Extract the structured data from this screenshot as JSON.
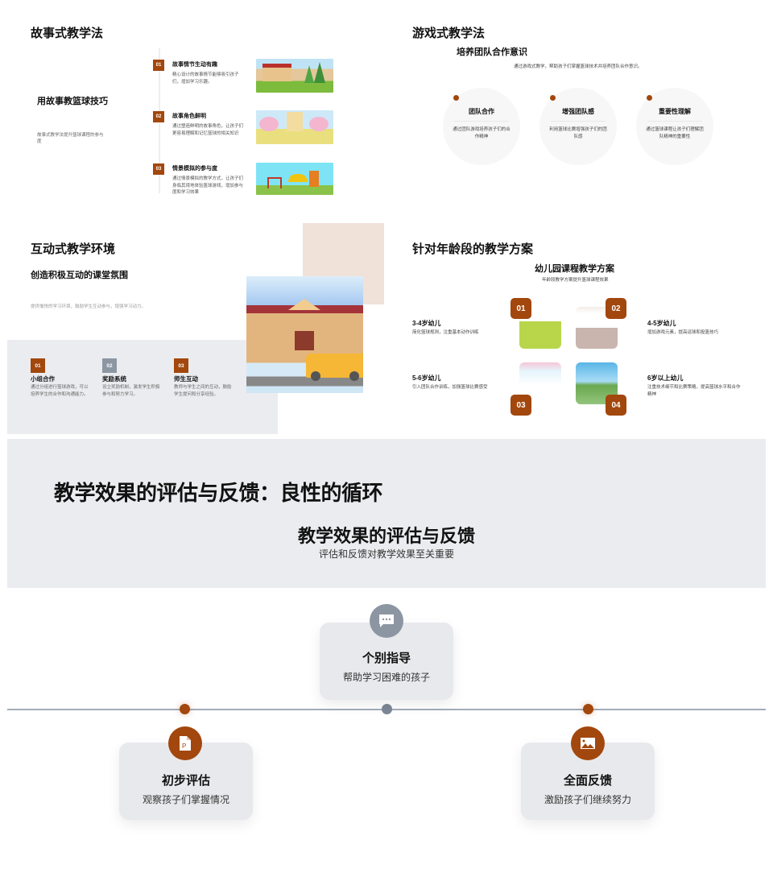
{
  "colors": {
    "accent": "#a2470d",
    "grey_accent": "#8c96a3",
    "panel_bg": "#ebecef",
    "beige": "#f0e2d9"
  },
  "slide1": {
    "title": "故事式教学法",
    "subtitle": "用故事教篮球技巧",
    "description": "故事式教学法提升篮球课程的参与度",
    "items": [
      {
        "num": "01",
        "title": "故事情节生动有趣",
        "desc": "精心设计的故事情节能够吸引孩子们，增加学习乐趣。"
      },
      {
        "num": "02",
        "title": "故事角色鲜明",
        "desc": "通过塑造鲜明的故事角色，让孩子们更容易理解和记忆篮球的相关知识"
      },
      {
        "num": "03",
        "title": "情景模拟的参与度",
        "desc": "通过情景模拟的教学方式，让孩子们身临其境地体验篮球游戏，增加参与度和学习效果"
      }
    ]
  },
  "slide2": {
    "title": "游戏式教学法",
    "subtitle": "培养团队合作意识",
    "description": "通过游戏式教学，帮助孩子们掌握篮球技术并培养团队合作意识。",
    "circles": [
      {
        "title": "团队合作",
        "desc": "通过团队游戏培养孩子们的合作精神"
      },
      {
        "title": "增强团队感",
        "desc": "利用篮球比赛增强孩子们的团队感"
      },
      {
        "title": "重要性理解",
        "desc": "通过篮球课程让孩子们理解团队精神的重要性"
      }
    ]
  },
  "slide3": {
    "title": "互动式教学环境",
    "subtitle": "创造积极互动的课堂氛围",
    "description": "提供愉快的学习环境，鼓励学生互动参与，增强学习动力。",
    "items": [
      {
        "num": "01",
        "title": "小组合作",
        "desc": "通过分组进行篮球游戏，可以培养学生的合作和沟通能力。"
      },
      {
        "num": "02",
        "title": "奖励系统",
        "desc": "设立奖励机制，激发学生积极参与和努力学习。"
      },
      {
        "num": "03",
        "title": "师生互动",
        "desc": "教师与学生之间的互动，鼓励学生提问和分享经验。"
      }
    ]
  },
  "slide4": {
    "title": "针对年龄段的教学方案",
    "subtitle": "幼儿园课程教学方案",
    "description": "年龄段教学方案提升篮球课程效果",
    "ages": [
      {
        "num": "01",
        "title": "3-4岁幼儿",
        "desc": "简化篮球规则，注重基本动作训练"
      },
      {
        "num": "02",
        "title": "4-5岁幼儿",
        "desc": "增加游戏元素，提高运球和投篮技巧"
      },
      {
        "num": "03",
        "title": "5-6岁幼儿",
        "desc": "引入团队合作训练，加强篮球比赛感受"
      },
      {
        "num": "04",
        "title": "6岁以上幼儿",
        "desc": "注重技术细节和比赛策略，提高篮球水平和合作精神"
      }
    ]
  },
  "banner": {
    "title": "教学效果的评估与反馈：良性的循环",
    "heading": "教学效果的评估与反馈",
    "subheading": "评估和反馈对教学效果至关重要"
  },
  "timeline": {
    "cards": [
      {
        "title": "初步评估",
        "desc": "观察孩子们掌握情况",
        "icon": "ppt-file-icon"
      },
      {
        "title": "个别指导",
        "desc": "帮助学习困难的孩子",
        "icon": "chat-bubble-icon"
      },
      {
        "title": "全面反馈",
        "desc": "激励孩子们继续努力",
        "icon": "image-icon"
      }
    ]
  }
}
